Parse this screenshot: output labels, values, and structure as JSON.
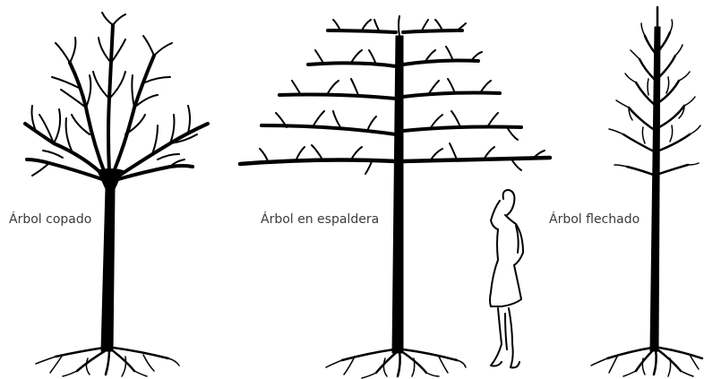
{
  "labels": {
    "copado": "Árbol copado",
    "espaldera": "Árbol en espaldera",
    "flechado": "Árbol flechado"
  },
  "icons": {
    "tree_1": "crowned-tree-icon",
    "tree_2": "espalier-tree-icon",
    "tree_3": "arrow-tree-icon",
    "person": "woman-figure-icon"
  },
  "colors": {
    "ink": "#000000",
    "label": "#3a3a3a",
    "background": "#ffffff"
  }
}
